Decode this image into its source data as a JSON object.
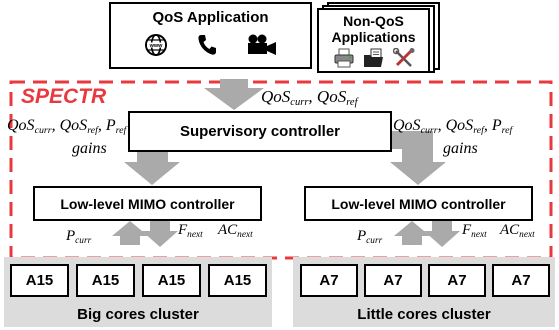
{
  "qos_app": {
    "title": "QoS Application",
    "icons": [
      "globe-icon",
      "phone-icon",
      "video-camera-icon"
    ]
  },
  "non_qos": {
    "line1": "Non-QoS",
    "line2": "Applications",
    "icons": [
      "printer-icon",
      "folder-document-icon",
      "tools-icon"
    ]
  },
  "spectr": {
    "label": "SPECTR",
    "frame_color": "#e8393e"
  },
  "top_signal": {
    "a": "QoS",
    "a_sub": "curr",
    "b": "QoS",
    "b_sub": "ref"
  },
  "left_signal": {
    "a": "QoS",
    "a_sub": "curr",
    "b": "QoS",
    "b_sub": "ref",
    "c": "P",
    "c_sub": "ref",
    "gains": "gains"
  },
  "right_signal": {
    "a": "QoS",
    "a_sub": "curr",
    "b": "QoS",
    "b_sub": "ref",
    "c": "P",
    "c_sub": "ref",
    "gains": "gains"
  },
  "supervisory": "Supervisory controller",
  "mimo_left": "Low-level MIMO controller",
  "mimo_right": "Low-level MIMO controller",
  "left_io": {
    "p": "P",
    "p_sub": "curr",
    "f": "F",
    "f_sub": "next",
    "ac": "AC",
    "ac_sub": "next"
  },
  "right_io": {
    "p": "P",
    "p_sub": "curr",
    "f": "F",
    "f_sub": "next",
    "ac": "AC",
    "ac_sub": "next"
  },
  "big_cluster": {
    "label": "Big cores cluster",
    "cores": [
      "A15",
      "A15",
      "A15",
      "A15"
    ]
  },
  "little_cluster": {
    "label": "Little cores cluster",
    "cores": [
      "A7",
      "A7",
      "A7",
      "A7"
    ]
  },
  "colors": {
    "arrow_gray": "#aaaaaa",
    "cluster_gray": "#dcdcdc"
  }
}
